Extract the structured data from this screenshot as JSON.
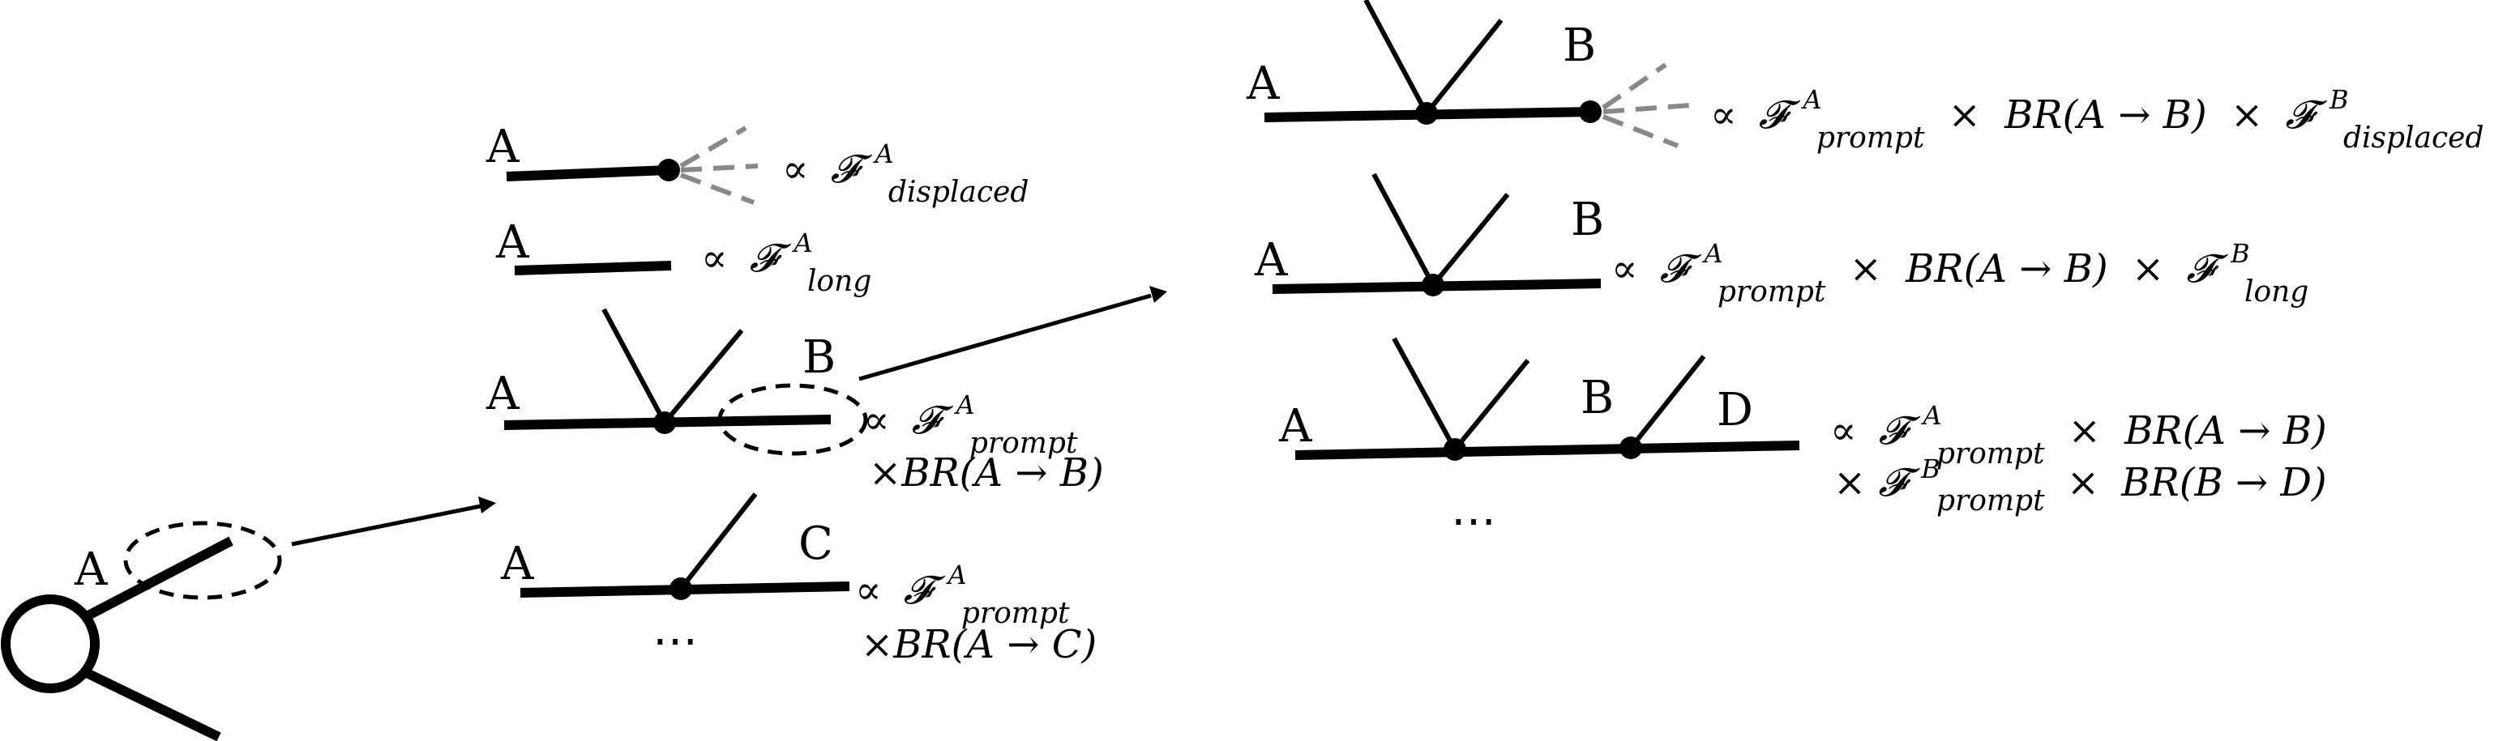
{
  "nodes": {
    "A": "A",
    "B": "B",
    "C": "C",
    "D": "D"
  },
  "symbols": {
    "proportional": "∝",
    "times": "×",
    "calF": "𝓕",
    "ellipsis": "⋯"
  },
  "labels": {
    "displaced": "displaced",
    "long": "long",
    "prompt": "prompt",
    "br_a_b": "BR(A → B)",
    "br_a_c": "BR(A → C)",
    "br_b_d": "BR(B → D)"
  },
  "colors": {
    "line": "#000000",
    "displaced_rays": "#888888"
  }
}
